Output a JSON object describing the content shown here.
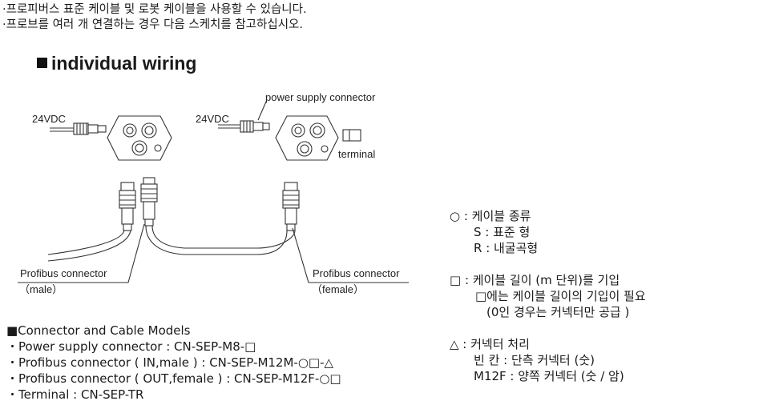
{
  "intro": {
    "line1": "·프로피버스 표준 케이블 및 로봇 케이블을 사용할 수 있습니다.",
    "line2": "·프로브를 여러 개 연결하는 경우 다음 스케치를 참고하십시오."
  },
  "heading": "individual wiring",
  "diagram": {
    "left_voltage": "24VDC",
    "right_voltage": "24VDC",
    "power_supply_connector": "power supply connector",
    "terminal": "terminal",
    "profibus_male": "Profibus connector",
    "male_note": "（male）",
    "profibus_female": "Profibus connector",
    "female_note": "（female）"
  },
  "models": {
    "title": "■Connector and Cable Models",
    "items": [
      "・Power supply connector : CN-SEP-M8-□",
      "・Profibus connector ( IN,male ) : CN-SEP-M12M-○□-△",
      "・Profibus connector ( OUT,female ) : CN-SEP-M12F-○□",
      "・Terminal : CN-SEP-TR"
    ]
  },
  "legend": {
    "circle": {
      "title": "○ : 케이블 종류",
      "lines": [
        "S : 표준 형",
        "R : 내굴곡형"
      ]
    },
    "square": {
      "title": "□ : 케이블 길이 (m 단위)를 기입",
      "lines": [
        "□에는 케이블 길이의 기입이 필요",
        "(0인 경우는 커넥터만 공급 )"
      ]
    },
    "triangle": {
      "title": "△ : 커넥터 처리",
      "lines": [
        "빈 칸 : 단측 커넥터 (숫)",
        "M12F : 양쪽 커넥터 (숫 / 암)"
      ]
    }
  }
}
